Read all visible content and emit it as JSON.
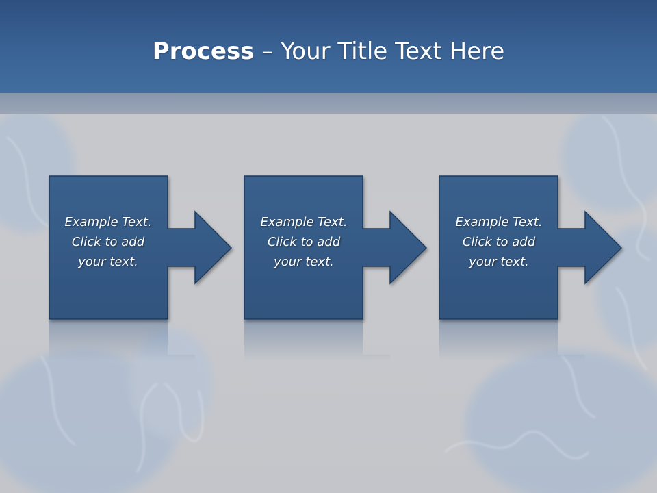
{
  "slide": {
    "title_bold": "Process",
    "title_rest": " – Your Title Text Here"
  },
  "steps": [
    {
      "line1": "Example Text.",
      "line2": "Click  to add",
      "line3": "your text."
    },
    {
      "line1": "Example Text.",
      "line2": "Click  to add",
      "line3": "your text."
    },
    {
      "line1": "Example Text.",
      "line2": "Click  to add",
      "line3": "your text."
    }
  ],
  "colors": {
    "header": "#3a6395",
    "box_fill": "#355a85",
    "box_border": "#1f3a5c",
    "background": "#c7c8cc"
  }
}
